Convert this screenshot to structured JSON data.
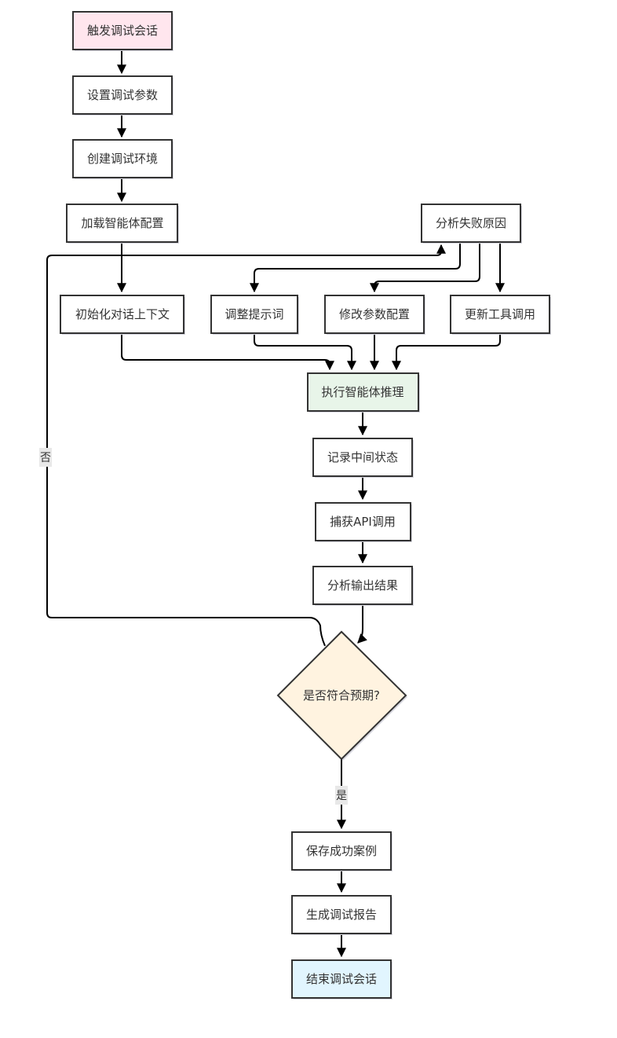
{
  "nodes": {
    "trigger": "触发调试会话",
    "set_params": "设置调试参数",
    "create_env": "创建调试环境",
    "load_config": "加载智能体配置",
    "analyze_failure": "分析失败原因",
    "init_context": "初始化对话上下文",
    "adjust_prompt": "调整提示词",
    "modify_params": "修改参数配置",
    "update_tools": "更新工具调用",
    "execute_inference": "执行智能体推理",
    "record_state": "记录中间状态",
    "capture_api": "捕获API调用",
    "analyze_output": "分析输出结果",
    "decision": "是否符合预期?",
    "save_case": "保存成功案例",
    "generate_report": "生成调试报告",
    "end_session": "结束调试会话"
  },
  "edge_labels": {
    "no": "否",
    "yes": "是"
  },
  "colors": {
    "start_fill": "#ffe6ee",
    "default_fill": "#ffffff",
    "execute_fill": "#e8f5e9",
    "decision_fill": "#fff3e0",
    "end_fill": "#e1f5fe",
    "stroke": "#333333",
    "edge": "#000000",
    "label_bg": "#e8e8e8"
  }
}
